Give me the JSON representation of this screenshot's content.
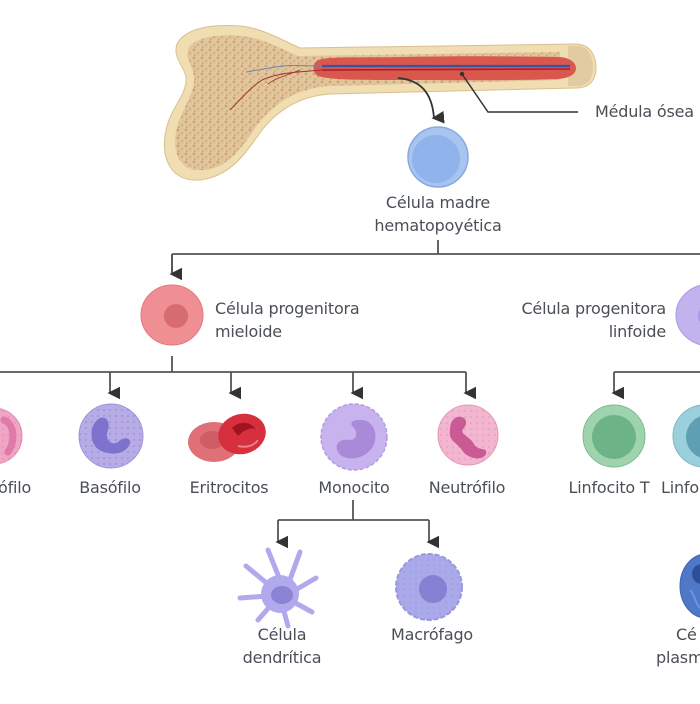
{
  "title": "Hematopoyesis: diferenciación de células sanguíneas desde la médula ósea",
  "colors": {
    "text": "#4a4f57",
    "line": "#555555",
    "bone_outer": "#f1ddb2",
    "bone_spongy": "#d9b88a",
    "marrow": "#d9574c",
    "stem_cell": "#8fb3ea",
    "myeloid": "#ef8e93",
    "lymphoid": "#c2b3ef",
    "basophil": "#b4a8e6",
    "erythrocyte": "#d8323f",
    "monocyte": "#c6b1ec",
    "neutrophil": "#f1a9c9",
    "lymphocyte_t": "#8fcaa0",
    "lymphocyte_b": "#8fc6d4",
    "dendritic": "#b0aaec",
    "macrophage": "#aaa9ea",
    "plasma": "#4f78c8"
  },
  "labels": {
    "bone_marrow": "Médula ósea",
    "stem_cell": [
      "Célula madre",
      "hematopoyética"
    ],
    "myeloid_progenitor": [
      "Célula progenitora",
      "mieloide"
    ],
    "lymphoid_progenitor": [
      "Célula progenitora",
      "linfoide"
    ],
    "eosinophil_partial": "ófilo",
    "basophil": "Basófilo",
    "erythrocytes": "Eritrocitos",
    "monocyte": "Monocito",
    "neutrophil": "Neutrófilo",
    "lymphocyte_t": "Linfocito T",
    "lymphocyte_b_partial": "Linfo",
    "dendritic_cell": [
      "Célula",
      "dendrítica"
    ],
    "macrophage": "Macrófago",
    "plasma_cell_partial": [
      "Cé",
      "plasm"
    ]
  }
}
